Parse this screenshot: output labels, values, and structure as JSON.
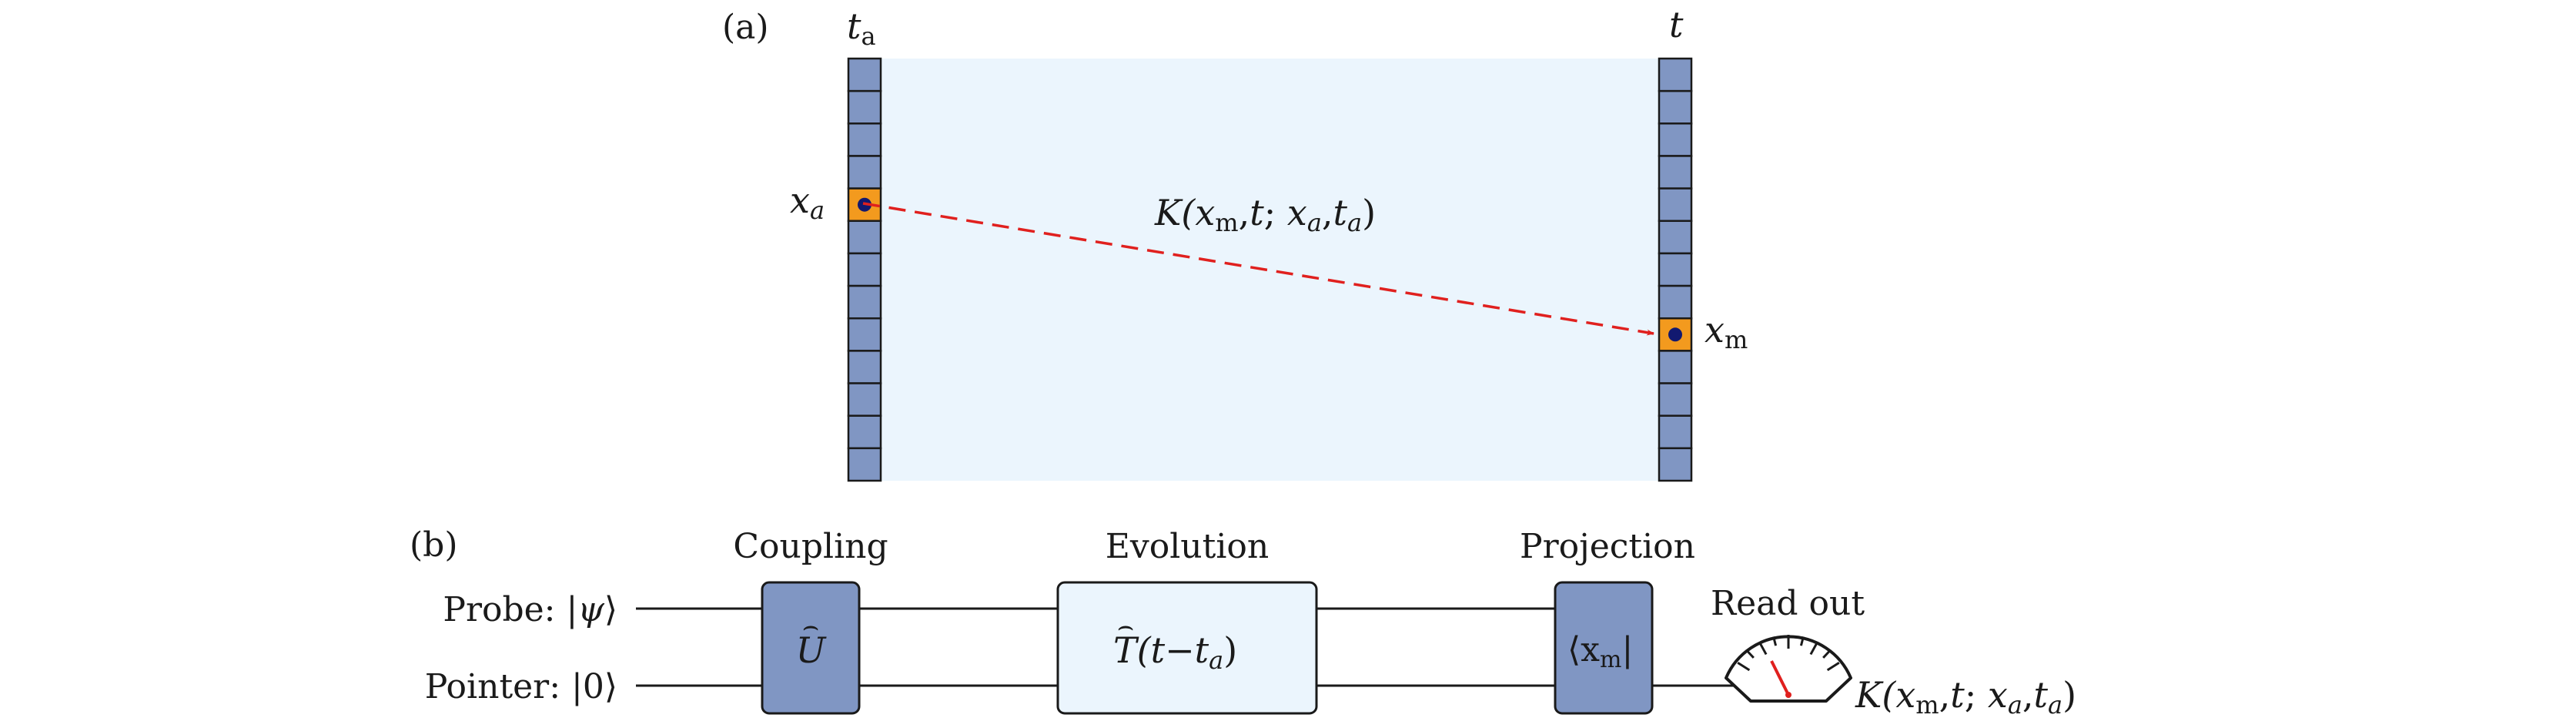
{
  "panel_a": {
    "label": "(a)",
    "left_time": "t",
    "left_time_sub": "a",
    "right_time": "t",
    "left_pos": "x",
    "left_pos_sub": "a",
    "right_pos": "x",
    "right_pos_sub": "m",
    "kernel": {
      "K": "K(",
      "x1": "x",
      "x1_sub": "m",
      "sep1": ",",
      "t": "t",
      "sep2": "; ",
      "x2": "x",
      "x2_sub": "a",
      "sep3": ",",
      "t2": "t",
      "t2_sub": "a",
      "close": ")"
    },
    "grid_cells": 13,
    "left_marked_cell": 4,
    "right_marked_cell": 8,
    "colors": {
      "cell": "#8096c3",
      "marked_cell": "#f39a1e",
      "dot": "#121970",
      "region": "#ebf5fd",
      "arrow": "#e0201e"
    }
  },
  "panel_b": {
    "label": "(b)",
    "probe_label": "Probe: |",
    "probe_psi": "ψ",
    "probe_close": "⟩",
    "pointer_label": "Pointer: |0⟩",
    "stages": {
      "coupling": "Coupling",
      "evolution": "Evolution",
      "projection": "Projection",
      "readout": "Read out"
    },
    "coupling_op": "U",
    "coupling_hat": "⌢",
    "evolution_op_T": "T",
    "evolution_hat": "⌢",
    "evolution_args": "(t−t",
    "evolution_sub": "a",
    "evolution_close": ")",
    "projection_open": "⟨x",
    "projection_sub": "m",
    "projection_close": "|",
    "output": {
      "K": "K(",
      "x1": "x",
      "x1_sub": "m",
      "sep1": ",",
      "t": "t",
      "sep2": "; ",
      "x2": "x",
      "x2_sub": "a",
      "sep3": ",",
      "t2": "t",
      "t2_sub": "a",
      "close": ")"
    },
    "colors": {
      "op_box": "#8096c3",
      "evolution_box": "#ebf5fd",
      "needle": "#e0201e"
    }
  }
}
